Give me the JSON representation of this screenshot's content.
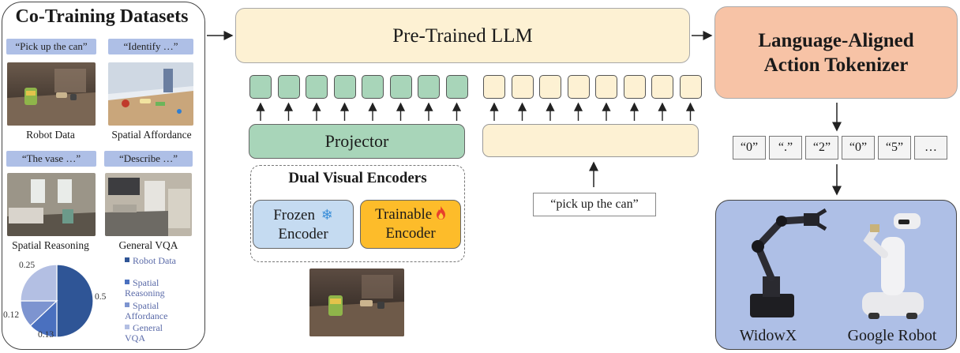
{
  "left": {
    "title": "Co-Training Datasets",
    "datasets": [
      {
        "quote": "“Pick up the can”",
        "caption": "Robot Data",
        "icon": "robot-table-image"
      },
      {
        "quote": "“Identify …”",
        "caption": "Spatial Affordance",
        "icon": "affordance-scene-image"
      },
      {
        "quote": "“The vase …”",
        "caption": "Spatial Reasoning",
        "icon": "bedroom-image"
      },
      {
        "quote": "“Describe …”",
        "caption": "General VQA",
        "icon": "kitchen-image"
      }
    ],
    "legend": [
      {
        "label": "Robot Data",
        "color": "#2f5596"
      },
      {
        "label": "Spatial Reasoning",
        "color": "#4a70bf"
      },
      {
        "label": "Spatial Affordance",
        "color": "#7d94d0"
      },
      {
        "label": "General VQA",
        "color": "#b3bfe3"
      }
    ]
  },
  "chart_data": {
    "type": "pie",
    "categories": [
      "Robot Data",
      "Spatial Reasoning",
      "Spatial Affordance",
      "General VQA"
    ],
    "values": [
      0.5,
      0.13,
      0.12,
      0.25
    ],
    "value_labels": [
      "0.5",
      "0.13",
      "0.12",
      "0.25"
    ],
    "colors": [
      "#2f5596",
      "#4a70bf",
      "#7d94d0",
      "#b3bfe3"
    ],
    "legend": "right"
  },
  "middle": {
    "llm_label": "Pre-Trained LLM",
    "projector_label": "Projector",
    "dual_title": "Dual Visual Encoders",
    "frozen_line1": "Frozen",
    "frozen_line2": "Encoder",
    "frozen_icon": "snowflake-icon",
    "trainable_line1": "Trainable",
    "trainable_line2": "Encoder",
    "trainable_icon": "fire-icon",
    "prompt": "“pick up the can”",
    "snowflake": "❄",
    "visual_token_count": 8,
    "text_token_count": 8
  },
  "right": {
    "tokenizer_line1": "Language-Aligned",
    "tokenizer_line2": "Action Tokenizer",
    "action_tokens": [
      "“0”",
      "“.”",
      "“2”",
      "“0”",
      "“5”",
      "…"
    ],
    "robots": [
      "WidowX",
      "Google Robot"
    ]
  },
  "colors": {
    "llm": "#fdf1d3",
    "visual_token": "#a8d5b9",
    "tokenizer": "#f7c3a6",
    "frozen": "#c5dbf1",
    "trainable": "#fdbc2a",
    "robot_panel": "#aebfe6",
    "quote_pill": "#aebfe6"
  }
}
